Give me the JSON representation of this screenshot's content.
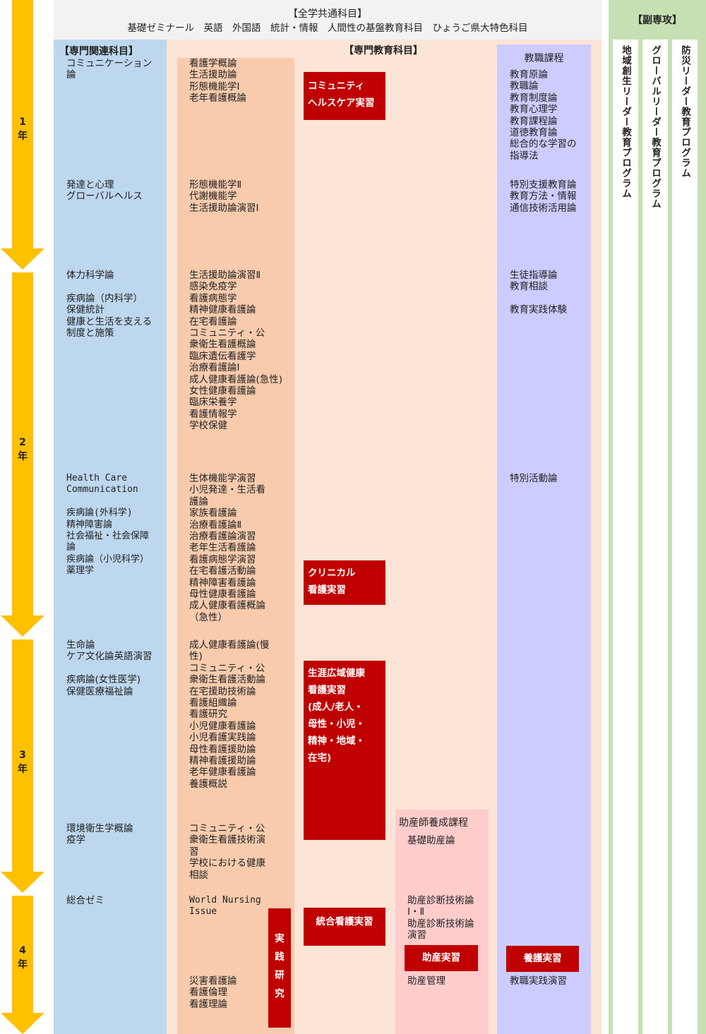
{
  "common": {
    "title": "【全学共通科目】",
    "subjects": "基礎ゼミナール　英語　外国語　統計・情報　人間性の基盤教育科目　ひょうご県大特色科目"
  },
  "minor": {
    "title": "【副専攻】",
    "programs": [
      "地域創生リーダー教育プログラム",
      "グローバルリーダー教育プログラム",
      "防災リーダー教育プログラム"
    ]
  },
  "years": [
    "1\n年",
    "2\n年",
    "3\n年",
    "4\n年"
  ],
  "related": {
    "title": "【専門関連科目】",
    "groups": [
      "コミュニケーション\n論",
      "発達と心理\nグローバルヘルス",
      "体力科学論\n\n疾病論（内科学）\n保健統計\n健康と生活を支える\n制度と施策",
      "Health Care\nCommunication\n\n疾病論(外科学)\n精神障害論\n社会福祉・社会保障\n論\n疾病論（小児科学）\n薬理学",
      "生命論\nケア文化論英語演習\n\n疾病論(女性医学)\n保健医療福祉論",
      "環境衛生学概論\n疫学",
      "総合ゼミ"
    ]
  },
  "specialized": {
    "title": "【専門教育科目】",
    "groups": [
      "看護学概論\n生活援助論\n形態機能学Ⅰ\n老年看護概論",
      "形態機能学Ⅱ\n代謝機能学\n生活援助論演習Ⅰ",
      "生活援助論演習Ⅱ\n感染免疫学\n看護病態学\n精神健康看護論\n在宅看護論\nコミュニティ・公\n衆衛生看護概論\n臨床遺伝看護学\n治療看護論Ⅰ\n成人健康看護論(急性)\n女性健康看護論\n臨床栄養学\n看護情報学\n学校保健",
      "生体機能学演習\n小児発達・生活看\n護論\n家族看護論\n治療看護論Ⅱ\n治療看護論演習\n老年生活看護論\n看護病態学演習\n在宅看護活動論\n精神障害看護論\n母性健康看護論\n成人健康看護概論\n（急性）",
      "成人健康看護論(慢\n性)\nコミュニティ・公\n衆衛生看護活動論\n在宅援助技術論\n看護組織論\n看護研究\n小児健康看護論\n小児看護実践論\n母性看護援助論\n精神看護援助論\n老年健康看護論\n養護概説",
      "コミュニティ・公\n衆衛生看護技術演\n習\n学校における健康\n相談",
      "World Nursing\nIssue",
      "災害看護論\n看護倫理\n看護理論"
    ],
    "research": "実\n践\n研\n究"
  },
  "practicums": [
    "コミュニティ\nヘルスケア実習",
    "クリニカル\n看護実習",
    "生涯広域健康\n看護実習\n(成人/老人・\n母性・小児・\n精神・地域・\n在宅)",
    "統合看護実習"
  ],
  "midwife": {
    "title": "助産師養成課程",
    "groups": [
      "基礎助産論",
      "助産診断技術論\n Ⅰ・Ⅱ\n助産診断技術論\n演習",
      "助産管理"
    ],
    "practicum": "助産実習"
  },
  "teacher": {
    "title": "教職課程",
    "groups": [
      "教育原論\n教職論\n教育制度論\n教育心理学\n教育課程論\n道徳教育論\n総合的な学習の\n指導法",
      "特別支援教育論\n教育方法・情報\n通信技術活用論",
      "生徒指導論\n教育相談\n\n教育実践体験",
      "特別活動論",
      "教職実践演習"
    ],
    "practicum": "養護実習"
  },
  "colors": {
    "arrow": "#ffc000",
    "related_bg": "#bdd7ee",
    "specialized_bg": "#fce4d6",
    "specialized_inner": "#f8cbad",
    "teacher_bg": "#ccccff",
    "midwife_bg": "#ffcccc",
    "common_bg": "#f2f2f2",
    "minor_bg": "#c6e0b4",
    "practicum": "#c00000"
  }
}
